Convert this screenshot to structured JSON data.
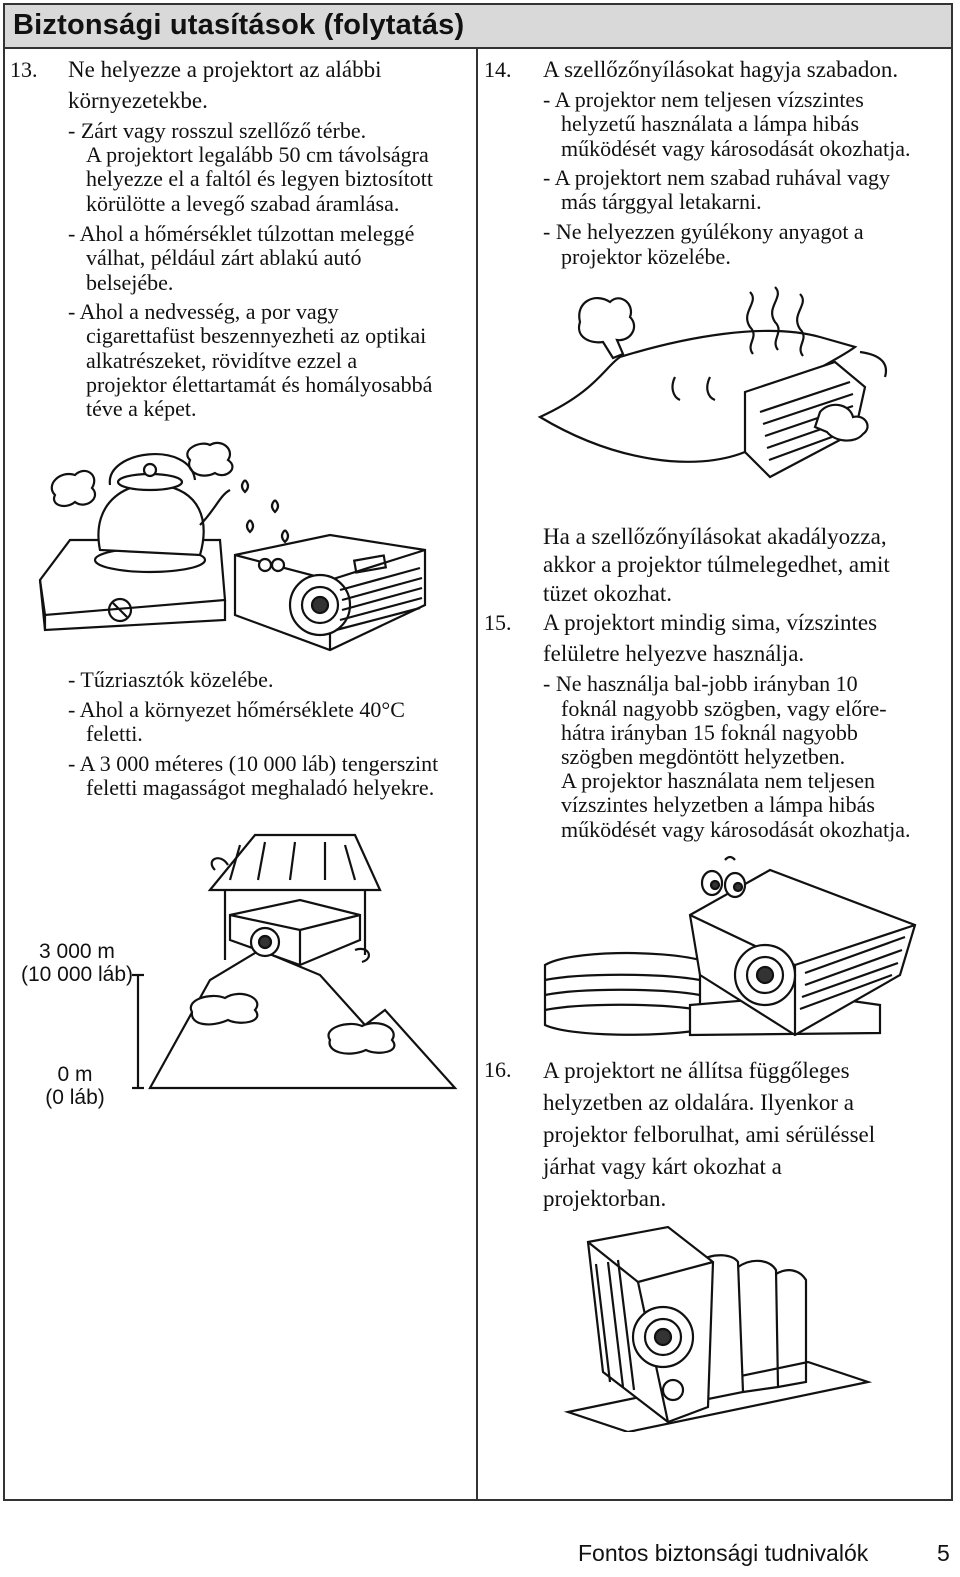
{
  "header": {
    "title": "Biztonsági utasítások (folytatás)"
  },
  "item13": {
    "number": "13.",
    "lines": [
      "Ne helyezze a projektort az alábbi",
      "környezetekbe."
    ],
    "b1": [
      "- Zárt vagy rosszul szellőző térbe.",
      "A projektort legalább 50 cm távolságra",
      "helyezze el a faltól és legyen biztosított",
      "körülötte a levegő szabad áramlása."
    ],
    "b2": [
      "- Ahol a hőmérséklet túlzottan meleggé",
      "válhat, például zárt ablakú autó",
      "belsejébe."
    ],
    "b3": [
      "- Ahol a nedvesség, a por vagy",
      "cigarettafüst beszennyezheti az optikai",
      "alkatrészeket, rövidítve ezzel a",
      "projektor élettartamát és homályosabbá",
      "téve a képet."
    ],
    "b4": [
      "- Tűzriasztók közelébe."
    ],
    "b5": [
      "- Ahol a környezet hőmérséklete 40°C",
      "feletti."
    ],
    "b6": [
      "- A 3 000 méteres (10 000 láb) tengerszint",
      "feletti magasságot meghaladó helyekre."
    ]
  },
  "altitude": {
    "top_label": [
      "3 000 m",
      "(10 000 láb)"
    ],
    "bottom_label": [
      "0 m",
      "(0 láb)"
    ]
  },
  "item14": {
    "number": "14.",
    "title": "A szellőzőnyílásokat hagyja szabadon.",
    "b1": [
      "- A projektor nem teljesen vízszintes",
      "helyzetű használata a lámpa hibás",
      "működését vagy károsodását okozhatja."
    ],
    "b2": [
      "- A projektort nem szabad ruhával vagy",
      "más tárggyal letakarni."
    ],
    "b3": [
      "- Ne helyezzen gyúlékony anyagot a",
      "projektor közelébe."
    ],
    "note": [
      "Ha a szellőzőnyílásokat akadályozza,",
      "akkor a projektor túlmelegedhet, amit",
      "tüzet okozhat."
    ]
  },
  "item15": {
    "number": "15.",
    "title": [
      "A projektort mindig sima, vízszintes",
      "felületre helyezve használja."
    ],
    "b1": [
      "- Ne használja bal-jobb irányban 10",
      "foknál nagyobb szögben, vagy előre-",
      "hátra irányban 15 foknál nagyobb",
      "szögben megdöntött helyzetben.",
      "A projektor használata nem teljesen",
      "vízszintes helyzetben a lámpa hibás",
      "működését vagy károsodását okozhatja."
    ]
  },
  "item16": {
    "number": "16.",
    "lines": [
      "A projektort ne állítsa függőleges",
      "helyzetben az oldalára. Ilyenkor a",
      "projektor felborulhat, ami sérüléssel",
      "járhat vagy kárt okozhat a",
      "projektorban."
    ]
  },
  "footer": {
    "section": "Fontos biztonsági tudnivalók",
    "page": "5"
  }
}
